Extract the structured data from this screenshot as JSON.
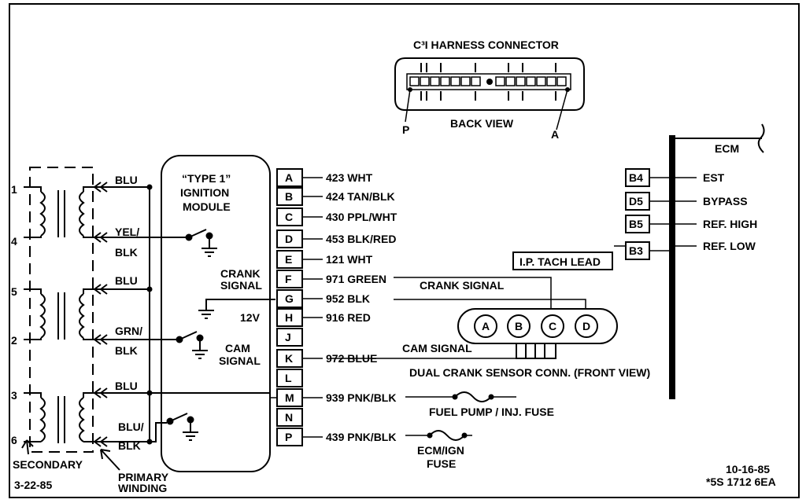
{
  "connector": {
    "title": "C³I HARNESS CONNECTOR",
    "back_view": "BACK VIEW",
    "pin_left": "P",
    "pin_right": "A"
  },
  "module": {
    "title_line1": "“TYPE 1”",
    "title_line2": "IGNITION",
    "title_line3": "MODULE",
    "crank_line1": "CRANK",
    "crank_line2": "SIGNAL",
    "v12": "12V",
    "cam_line1": "CAM",
    "cam_line2": "SIGNAL"
  },
  "coils": {
    "terminals": [
      "1",
      "4",
      "5",
      "2",
      "3",
      "6"
    ],
    "leads": [
      "BLU",
      "YEL/",
      "BLK",
      "BLU",
      "GRN/",
      "BLK",
      "BLU",
      "BLU/",
      "BLK"
    ],
    "secondary": "SECONDARY",
    "primary_line1": "PRIMARY",
    "primary_line2": "WINDING"
  },
  "pins": [
    "A",
    "B",
    "C",
    "D",
    "E",
    "F",
    "G",
    "H",
    "J",
    "K",
    "L",
    "M",
    "N",
    "P"
  ],
  "wires": [
    "423 WHT",
    "424 TAN/BLK",
    "430 PPL/WHT",
    "453 BLK/RED",
    "121 WHT",
    "971 GREEN",
    "952 BLK",
    "916 RED",
    "972 BLUE",
    "939 PNK/BLK",
    "439 PNK/BLK"
  ],
  "ecm": {
    "label": "ECM",
    "pins": [
      "B4",
      "D5",
      "B5",
      "B3"
    ],
    "signals": [
      "EST",
      "BYPASS",
      "REF. HIGH",
      "REF. LOW"
    ]
  },
  "tach_lead": "I.P. TACH LEAD",
  "crank_sensor": {
    "crank_signal": "CRANK SIGNAL",
    "cam_signal": "CAM SIGNAL",
    "pins": [
      "A",
      "B",
      "C",
      "D"
    ],
    "caption": "DUAL CRANK SENSOR CONN. (FRONT VIEW)"
  },
  "fuses": {
    "fuel_pump": "FUEL PUMP / INJ. FUSE",
    "ecm_line1": "ECM/IGN",
    "ecm_line2": "FUSE"
  },
  "dates": {
    "left": "3-22-85",
    "right_line1": "10-16-85",
    "right_line2": "*5S 1712 6EA"
  }
}
